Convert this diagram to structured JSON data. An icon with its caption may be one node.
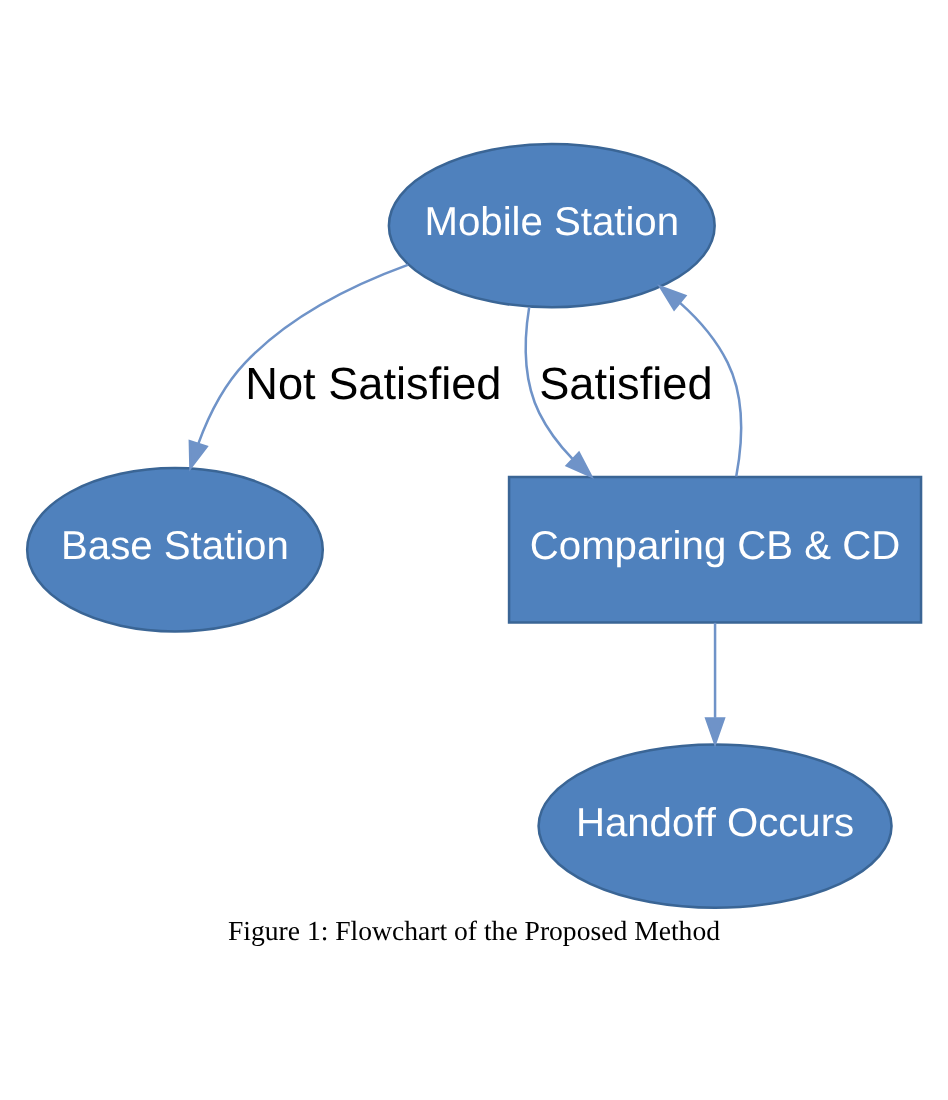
{
  "diagram": {
    "caption": "Figure 1: Flowchart of the Proposed Method",
    "nodes": [
      {
        "text": [
          "Mobile Station"
        ]
      },
      {
        "text": [
          "Base Station"
        ]
      },
      {
        "text": [
          "Comparing CB & CD"
        ]
      },
      {
        "text": [
          "Handoff Occurs"
        ]
      }
    ],
    "edges": [
      {
        "from": 0,
        "to": 1,
        "arrow": "to",
        "label": "Not Satisfied"
      },
      {
        "from": 0,
        "to": 2,
        "arrow": "to",
        "label": "Satisfied"
      },
      {
        "from": 2,
        "to": 3,
        "arrow": "to"
      },
      {
        "from": 2,
        "to": 0,
        "arrow": "to"
      }
    ]
  }
}
